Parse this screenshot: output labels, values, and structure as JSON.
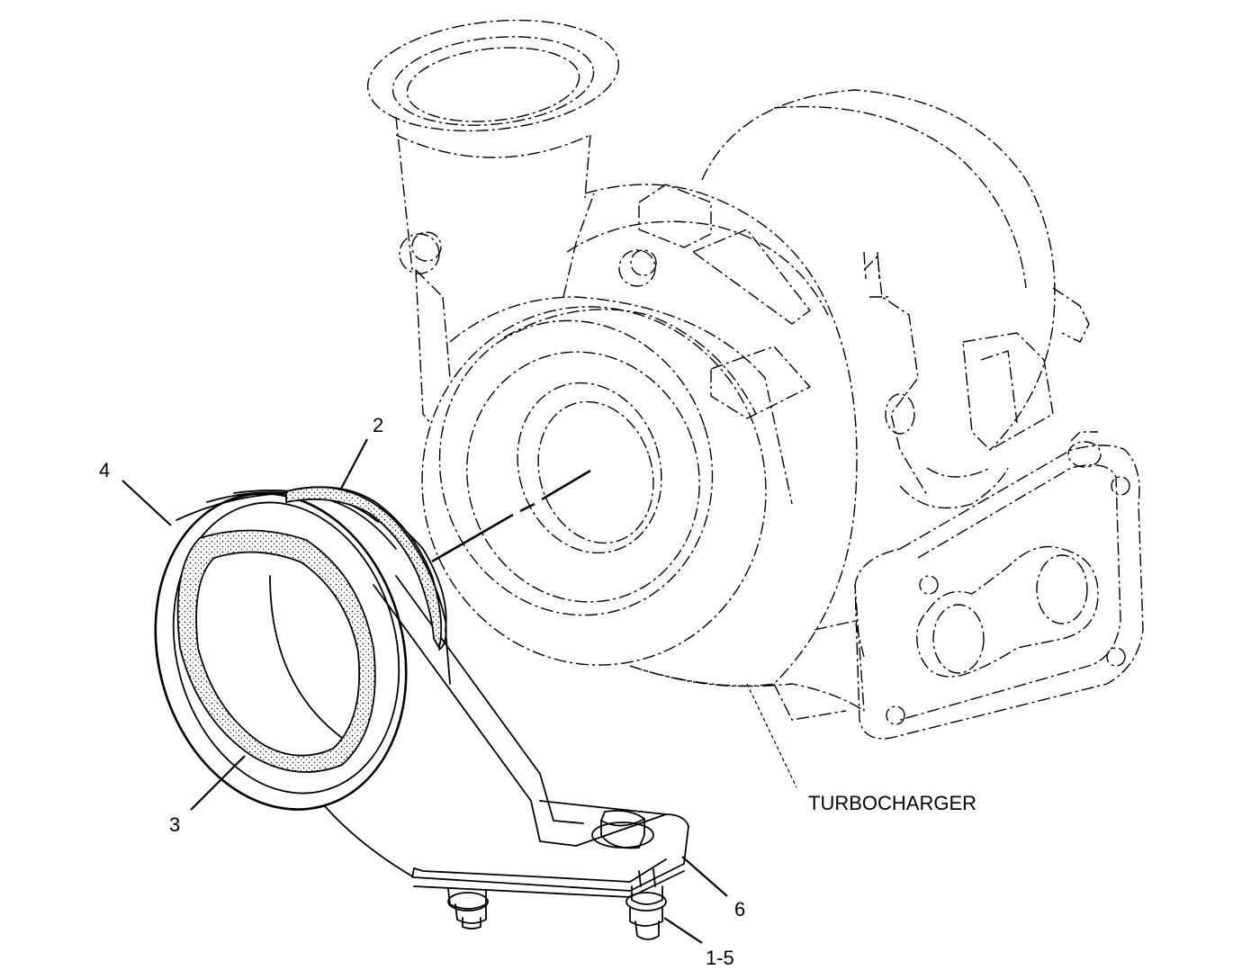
{
  "labels": {
    "turbocharger": "TURBOCHARGER",
    "part_2": "2",
    "part_3": "3",
    "part_4": "4",
    "part_6": "6",
    "part_1_5": "1-5"
  }
}
